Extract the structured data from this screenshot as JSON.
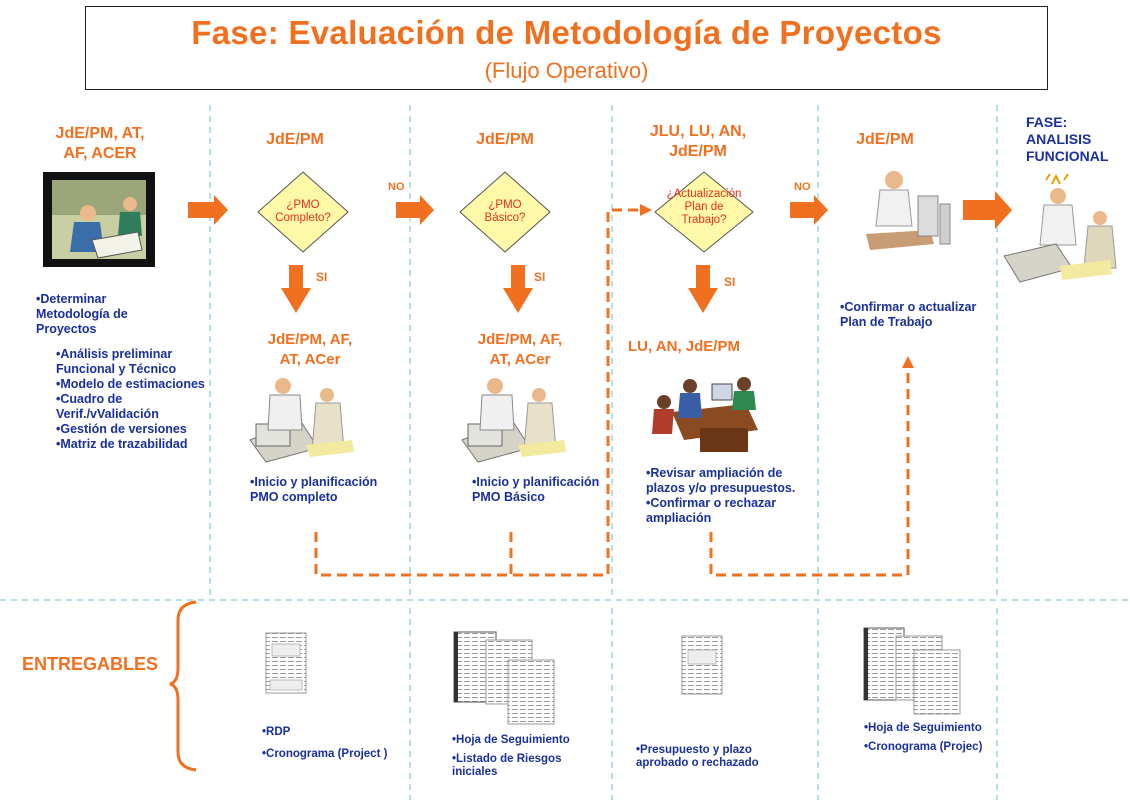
{
  "title": "Fase: Evaluación de Metodología de Proyectos",
  "subtitle": "(Flujo Operativo)",
  "col1": {
    "role": "JdE/PM, AT,\nAF, ACER",
    "main": "•Determinar Metodología de Proyectos",
    "subs": [
      "•Análisis preliminar Funcional y Técnico",
      "•Modelo de estimaciones",
      "•Cuadro de Verif./vValidación",
      "•Gestión de versiones",
      "•Matriz de trazabilidad"
    ]
  },
  "col2": {
    "role": "JdE/PM",
    "decision": "¿PMO\nCompleto?",
    "si": "SI",
    "role2": "JdE/PM, AF,\nAT, ACer",
    "task": "•Inicio y planificación PMO completo"
  },
  "no1": "NO",
  "col3": {
    "role": "JdE/PM",
    "decision": "¿PMO\nBásico?",
    "si": "SI",
    "role2": "JdE/PM, AF,\nAT, ACer",
    "task": "•Inicio y planificación PMO Básico"
  },
  "col4": {
    "role": "JLU, LU, AN,\nJdE/PM",
    "decision": "¿Actualización\nPlan de\nTrabajo?",
    "si": "SI",
    "role2": "LU, AN, JdE/PM",
    "task1": "•Revisar ampliación de plazos y/o presupuestos.",
    "task2": "•Confirmar o rechazar ampliación"
  },
  "no2": "NO",
  "col5": {
    "role": "JdE/PM",
    "task": "•Confirmar o actualizar Plan de Trabajo"
  },
  "col6": {
    "role": "FASE:\nANALISIS\nFUNCIONAL"
  },
  "entregables_label": "ENTREGABLES",
  "deliverables": {
    "d2": [
      "•RDP",
      "•Cronograma (Project )"
    ],
    "d3": [
      "•Hoja de Seguimiento",
      "•Listado de Riesgos iniciales"
    ],
    "d4": [
      "•Presupuesto y plazo aprobado o rechazado"
    ],
    "d5": [
      "•Hoja de Seguimiento",
      "•Cronograma (Projec)"
    ]
  },
  "colors": {
    "accent": "#f07020",
    "text_blue": "#1a2f9e",
    "diamond_fill": "#fff9a8",
    "decision_text": "#e8301a",
    "divider": "#9fd3df"
  }
}
